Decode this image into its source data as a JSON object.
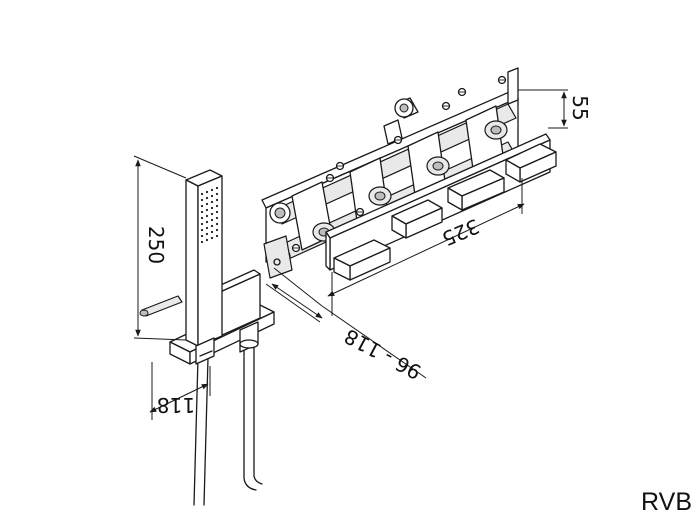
{
  "dimensions": {
    "height_250": "250",
    "width_118": "118",
    "depth_range": "96 - 118",
    "length_325": "325",
    "height_55": "55"
  },
  "brand": {
    "logo": "RVB"
  }
}
